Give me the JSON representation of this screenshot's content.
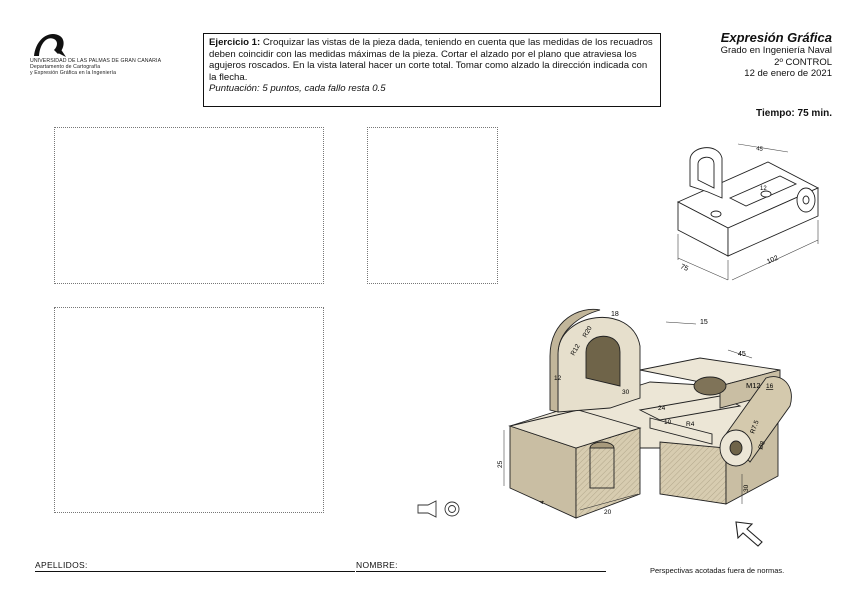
{
  "header": {
    "university_lines": [
      "UNIVERSIDAD DE LAS PALMAS DE GRAN CANARIA",
      "Departamento de Cartografía",
      "y Expresión Gráfica en la Ingeniería"
    ],
    "course_title": "Expresión Gráfica",
    "degree": "Grado en Ingeniería Naval",
    "control": "2º CONTROL",
    "date": "12 de enero de 2021",
    "time_label": "Tiempo: 75 min."
  },
  "exercise": {
    "label": "Ejercicio 1:",
    "text": " Croquizar las vistas de la pieza dada, teniendo en cuenta que las medidas de los recuadros deben coincidir con las medidas máximas de la pieza. Cortar el alzado por el plano que atraviesa los agujeros roscados. En la vista lateral hacer un corte total. Tomar como alzado la dirección indicada con la flecha.",
    "score": "Puntuación: 5 puntos, cada fallo resta 0.5"
  },
  "small_view": {
    "dims": [
      "45",
      "12",
      "75",
      "102"
    ]
  },
  "large_view": {
    "dims": [
      "18",
      "R20",
      "R12",
      "12",
      "15",
      "45",
      "M12",
      "16",
      "30",
      "24",
      "10",
      "R4",
      "R7.5",
      "Ø8",
      "25",
      "20",
      "30",
      "4"
    ]
  },
  "footer": {
    "surname_label": "APELLIDOS:",
    "name_label": "NOMBRE:",
    "note": "Perspectivas acotadas fuera de normas."
  },
  "colors": {
    "part_top": "#ece6d6",
    "part_side": "#c9bea3",
    "part_dark": "#a89a7c",
    "ink": "#111111"
  },
  "icons": [
    "university-logo-icon",
    "projection-symbol-icon",
    "view-direction-arrow-icon"
  ]
}
